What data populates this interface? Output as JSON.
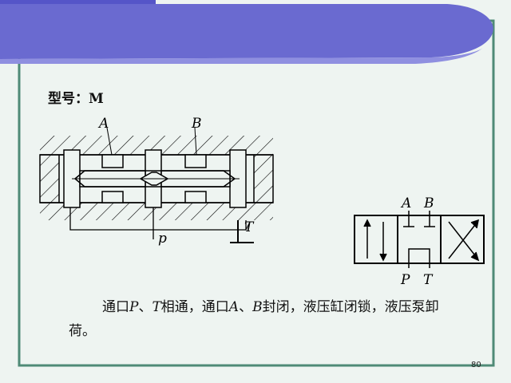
{
  "slide": {
    "heading": "型号：M",
    "page_number": "80",
    "caption": {
      "t1": "通口",
      "p": "P",
      "sep1": "、",
      "t": "T",
      "t2": "相通，通口",
      "a": "A",
      "sep2": "、",
      "b": "B",
      "t3": "封闭，液压缸闭锁，液压泵卸荷。"
    }
  },
  "valve_section": {
    "label_a": "A",
    "label_b": "B",
    "label_p": "p",
    "label_t": "T"
  },
  "valve_symbol": {
    "label_a": "A",
    "label_b": "B",
    "label_p": "P",
    "label_t": "T"
  },
  "colors": {
    "banner": "#6a6ad0",
    "frame": "#4f8a76",
    "background": "#eef4f1"
  }
}
